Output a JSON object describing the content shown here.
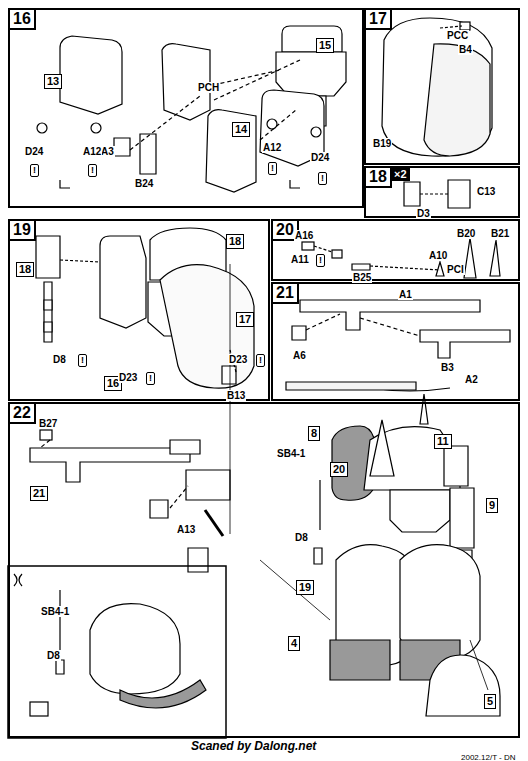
{
  "diagram": {
    "nodes": [
      {
        "text": [
          "16"
        ]
      },
      {
        "text": [
          "15"
        ],
        "in": 0
      },
      {
        "text": [
          "13"
        ],
        "in": 0
      },
      {
        "text": [
          "14"
        ],
        "in": 0
      },
      {
        "text": [
          "17"
        ]
      },
      {
        "text": [
          "18"
        ]
      },
      {
        "text": [
          "19"
        ]
      },
      {
        "text": [
          "18"
        ],
        "in": 6
      },
      {
        "text": [
          "18"
        ],
        "in": 6
      },
      {
        "text": [
          "16"
        ],
        "in": 6
      },
      {
        "text": [
          "17"
        ],
        "in": 6
      },
      {
        "text": [
          "20"
        ]
      },
      {
        "text": [
          "21"
        ]
      },
      {
        "text": [
          "22"
        ]
      },
      {
        "text": [
          "21"
        ],
        "in": 13
      },
      {
        "text": [
          "20"
        ],
        "in": 13
      },
      {
        "text": [
          "8"
        ],
        "in": 13
      },
      {
        "text": [
          "11"
        ],
        "in": 13
      },
      {
        "text": [
          "9"
        ],
        "in": 13
      },
      {
        "text": [
          "19"
        ],
        "in": 13
      },
      {
        "text": [
          "4"
        ],
        "in": 13
      },
      {
        "text": [
          "5"
        ],
        "in": 13
      }
    ],
    "labels": [
      "PCH",
      "A3",
      "B24",
      "D24",
      "A12",
      "!",
      "!",
      "A12",
      "D24",
      "!",
      "!",
      "PCC",
      "B4",
      "B19",
      "×2",
      "C13",
      "D3",
      "D8",
      "!",
      "D23",
      "!",
      "D23",
      "!",
      "B13",
      "A16",
      "A11",
      "!",
      "B20",
      "B21",
      "A10",
      "PCI",
      "B25",
      "A1",
      "A6",
      "B3",
      "A2",
      "B27",
      "A13",
      "SB4-1",
      "D8",
      "SB4-1",
      "D8",
      "Scaned by Dalong.net",
      "2002.12/T - DN"
    ]
  }
}
